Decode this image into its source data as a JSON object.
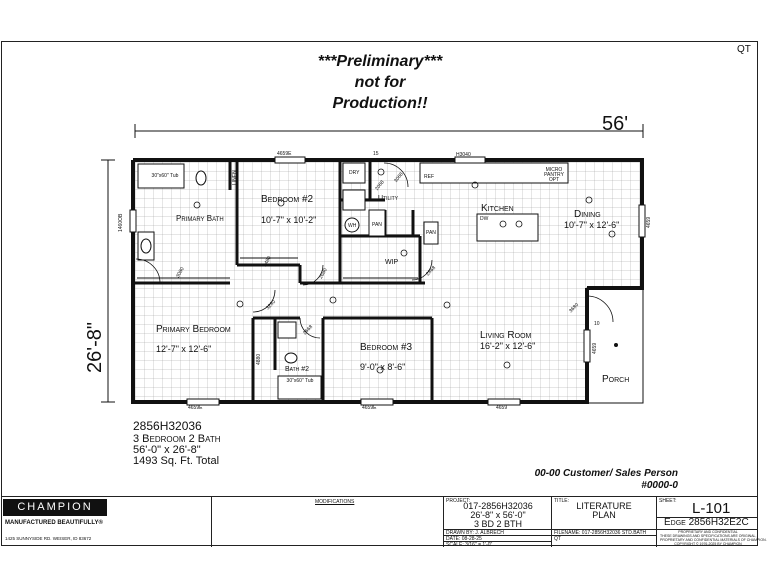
{
  "header": {
    "qt": "QT",
    "prelim": [
      "***Preliminary***",
      "not for",
      "Production!!"
    ]
  },
  "dimensions": {
    "width": "56'",
    "depth": "26'-8\""
  },
  "rooms": {
    "primary_bath": "Primary Bath",
    "bedroom2_name": "Bedroom #2",
    "bedroom2_size": "10'-7\" x 10'-2\"",
    "utility": "Utility",
    "kitchen": "Kitchen",
    "dining_name": "Dining",
    "dining_size": "10'-7\" x 12'-6\"",
    "wip": "WIP",
    "primary_bedroom_name": "Primary Bedroom",
    "primary_bedroom_size": "12'-7\" x 12'-6\"",
    "bath2": "Bath #2",
    "bedroom3_name": "Bedroom #3",
    "bedroom3_size": "9'-0\" x 8'-6\"",
    "living_name": "Living Room",
    "living_size": "16'-2\" x 12'-6\"",
    "porch": "Porch"
  },
  "labels": {
    "win_top1": "4659E",
    "win_top2": "H3040",
    "tub_top": "30\"x60\" Tub",
    "tub_bottom": "30\"x60\" Tub",
    "win_left": "1460OB",
    "win_bottom1": "4659E",
    "win_bottom2": "4659E",
    "win_bottom3": "4659",
    "win_right": "4659",
    "win_porch": "4659",
    "door_3080": "3080",
    "door_2480": "2480",
    "door_2680": "2680",
    "door_2068": "2068",
    "door_2868": "2868",
    "door_3068": "3068",
    "door_4880": "4880",
    "door_3680": "3680",
    "door_3280": "3280",
    "door_2668": "2668",
    "dry": "DRY",
    "wh": "WH",
    "pan": "PAN",
    "pantry": "PAN",
    "dw": "DW",
    "ref": "REF",
    "micro": "MICRO PANTRY OPT",
    "linen": "LINEN",
    "ten": "10",
    "fifteen": "15"
  },
  "info": {
    "model": "2856H32036",
    "beds_baths": "3 Bedroom 2 Bath",
    "size": "56'-0\" x 26'-8\"",
    "sqft": "1493 Sq. Ft. Total"
  },
  "customer": [
    "00-00 Customer/ Sales Person",
    "#0000-0"
  ],
  "title_block": {
    "brand": "CHAMPION",
    "tagline": "MANUFACTURED BEAUTIFULLY®",
    "address": "1425 SUNNYSIDE RD. WEISER, ID 83672",
    "modifications": "MODIFICATIONS",
    "project_label": "PROJECT:",
    "project_lines": [
      "017-2856H32036",
      "26'-8\" x 56'-0\"",
      "3 BD 2 BTH"
    ],
    "drawn_by": "DRAWN BY: J. ALBRECH",
    "date": "DATE: 08-28-25",
    "scale": "SCALE: 3/16\" = 1'-0\"",
    "title_label": "TITLE:",
    "title_lines": [
      "LITERATURE",
      "PLAN"
    ],
    "filename": "FILENAME: 017-2856H32036 STD.BATH",
    "qt": "QT",
    "sheet_label": "SHEET:",
    "sheet": "L-101",
    "edge": "Edge 2856H32E2C",
    "prop_lines": [
      "PROPRIETARY AND CONFIDENTIAL",
      "THESE DRAWINGS AND SPECIFICATIONS ARE ORIGINAL,",
      "PROPRIETARY AND CONFIDENTIAL MATERIALS OF CHAMPION.",
      "COPYRIGHT © 1976-2025 BY CHAMPION"
    ]
  }
}
